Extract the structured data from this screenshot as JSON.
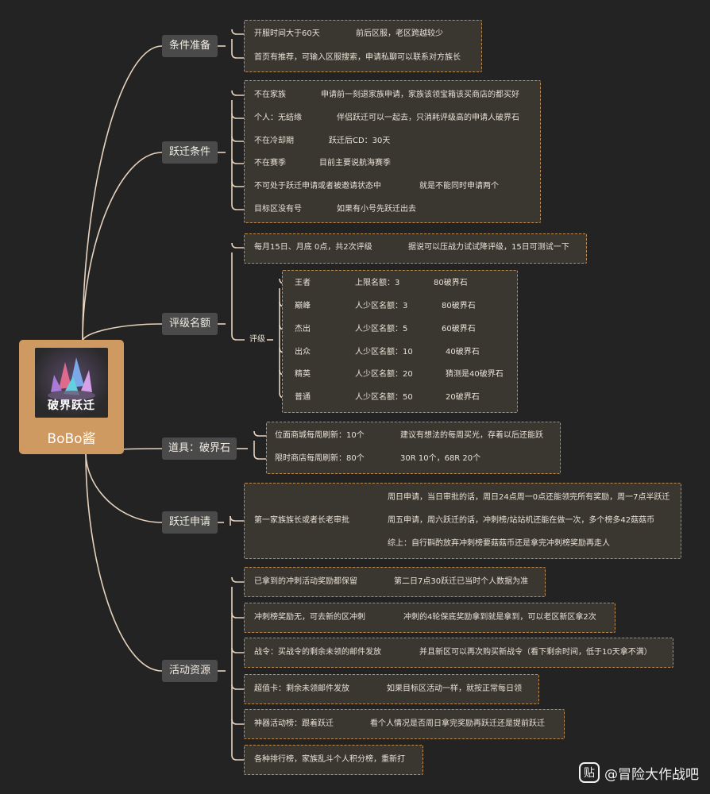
{
  "root": {
    "logo_text": "破界跃迁",
    "title": "BoBo酱"
  },
  "branches": [
    {
      "label": "条件准备",
      "rows": [
        [
          "开服时间大于60天",
          "前后区服，老区跨越较少"
        ],
        [
          "首页有推荐，可输入区服搜索，申请私聊可以联系对方族长"
        ]
      ]
    },
    {
      "label": "跃迁条件",
      "rows": [
        [
          "不在家族",
          "申请前一刻退家族申请，家族该领宝箱该买商店的都买好"
        ],
        [
          "个人：无结缘",
          "伴侣跃迁可以一起去，只消耗评级高的申请人破界石"
        ],
        [
          "不在冷却期",
          "跃迁后CD：30天"
        ],
        [
          "不在赛季",
          "目前主要说航海赛季"
        ],
        [
          "不可处于跃迁申请或者被邀请状态中",
          "就是不能同时申请两个"
        ],
        [
          "目标区没有号",
          "如果有小号先跃迁出去"
        ]
      ]
    },
    {
      "label": "评级名额",
      "top_row": [
        "每月15日、月底 0点，共2次评级",
        "据说可以压战力试试降评级，15日可测试一下"
      ],
      "sub_label": "评级",
      "rows": [
        [
          "王者",
          "上限名额：3",
          "80破界石"
        ],
        [
          "巅峰",
          "人少区名额：3",
          "80破界石"
        ],
        [
          "杰出",
          "人少区名额：5",
          "60破界石"
        ],
        [
          "出众",
          "人少区名额：10",
          "40破界石"
        ],
        [
          "精英",
          "人少区名额：20",
          "猜测是40破界石"
        ],
        [
          "普通",
          "人少区名额：50",
          "20破界石"
        ]
      ]
    },
    {
      "label": "道具：破界石",
      "rows": [
        [
          "位面商城每周刷新：10个",
          "建议有想法的每周买光，存着以后还能跃"
        ],
        [
          "限时商店每周刷新：80个",
          "30R 10个，68R 20个"
        ]
      ]
    },
    {
      "label": "跃迁申请",
      "parent": "第一家族族长或者长老审批",
      "rows": [
        "周日申请，当日审批的话，周日24点周一0点还能领完所有奖励，周一7点半跃迁",
        "周五申请，周六跃迁的话，冲刺榜/站站机还能在做一次，多个榜多42菇菇币",
        "综上：自行斟酌放弃冲刺榜要菇菇币还是拿完冲刺榜奖励再走人"
      ]
    },
    {
      "label": "活动资源",
      "rows": [
        [
          "已拿到的冲刺活动奖励都保留",
          "第二日7点30跃迁已当时个人数据为准"
        ],
        [
          "冲刺榜奖励无，可去新的区冲刺",
          "冲刺的4轮保底奖励拿到就是拿到，可以老区新区拿2次"
        ],
        [
          "战令：买战令的剩余未领的邮件发放",
          "并且新区可以再次购买新战令（看下剩余时间，低于10天拿不满）"
        ],
        [
          "超值卡：剩余未领邮件发放",
          "如果目标区活动一样，就按正常每日领"
        ],
        [
          "神器活动榜：跟着跃迁",
          "看个人情况是否周日拿完奖励再跃迁还是提前跃迁"
        ],
        [
          "各种排行榜，家族乱斗个人积分榜，重新打"
        ]
      ]
    }
  ],
  "watermark": {
    "badge": "贴",
    "text": "@冒险大作战吧"
  },
  "colors": {
    "background": "#232323",
    "root": "#cf9a62",
    "branch": "#4a4a4a",
    "connector": "#e6d2bd",
    "group_border": "#c08a4e",
    "group_fill": "#3a3630"
  }
}
